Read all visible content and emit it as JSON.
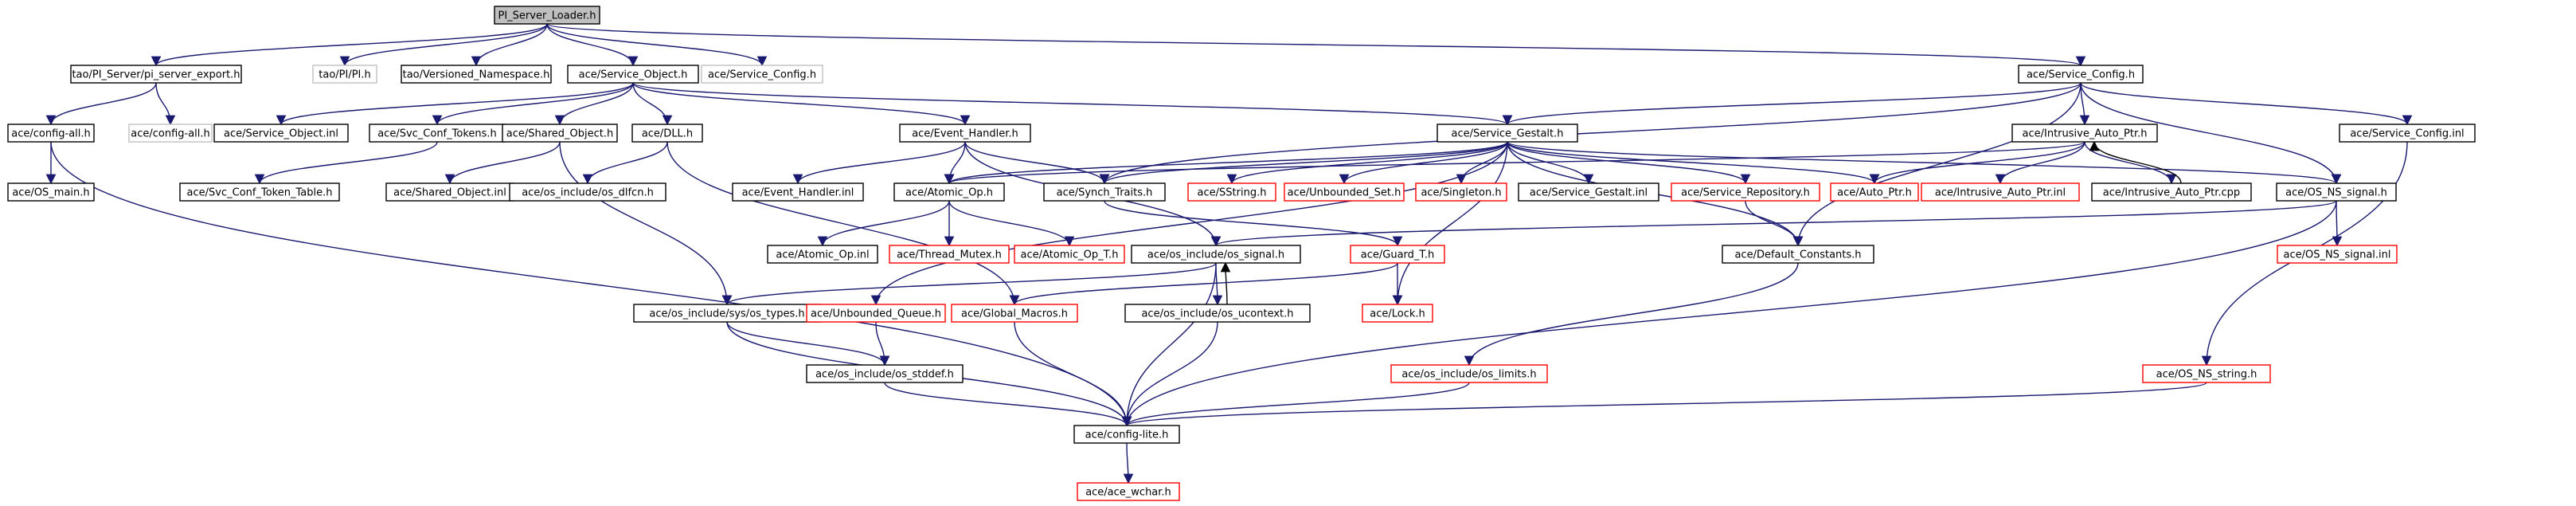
{
  "graph": {
    "style": {
      "root_fill": "#bfbfbf",
      "node_fill": "#ffffff",
      "border_black": "#000000",
      "border_red": "#ff0000",
      "border_gray": "#c0c0c0",
      "text_color": "#000000",
      "edge_color": "#191970",
      "edge_alt_color": "#000000"
    },
    "nodes": [
      {
        "id": "pi_server_loader",
        "label": "PI_Server_Loader.h",
        "border": "black",
        "root": true
      },
      {
        "id": "pi_server_export",
        "label": "tao/PI_Server/pi_server_export.h",
        "border": "black"
      },
      {
        "id": "tao_pi",
        "label": "tao/PI/PI.h",
        "border": "gray"
      },
      {
        "id": "versioned_ns",
        "label": "tao/Versioned_Namespace.h",
        "border": "black"
      },
      {
        "id": "service_object",
        "label": "ace/Service_Object.h",
        "border": "black"
      },
      {
        "id": "service_config_top",
        "label": "ace/Service_Config.h",
        "border": "gray"
      },
      {
        "id": "service_config",
        "label": "ace/Service_Config.h",
        "border": "black"
      },
      {
        "id": "config_all_h",
        "label": "ace/config-all.h",
        "border": "black"
      },
      {
        "id": "config_all_gray",
        "label": "ace/config-all.h",
        "border": "gray"
      },
      {
        "id": "service_object_inl",
        "label": "ace/Service_Object.inl",
        "border": "black"
      },
      {
        "id": "svc_conf_tokens",
        "label": "ace/Svc_Conf_Tokens.h",
        "border": "black"
      },
      {
        "id": "shared_object",
        "label": "ace/Shared_Object.h",
        "border": "black"
      },
      {
        "id": "dll",
        "label": "ace/DLL.h",
        "border": "black"
      },
      {
        "id": "event_handler",
        "label": "ace/Event_Handler.h",
        "border": "black"
      },
      {
        "id": "service_gestalt",
        "label": "ace/Service_Gestalt.h",
        "border": "black"
      },
      {
        "id": "intrusive_auto_ptr",
        "label": "ace/Intrusive_Auto_Ptr.h",
        "border": "black"
      },
      {
        "id": "service_config_inl",
        "label": "ace/Service_Config.inl",
        "border": "black"
      },
      {
        "id": "os_main",
        "label": "ace/OS_main.h",
        "border": "black"
      },
      {
        "id": "svc_conf_token_table",
        "label": "ace/Svc_Conf_Token_Table.h",
        "border": "black"
      },
      {
        "id": "shared_object_inl",
        "label": "ace/Shared_Object.inl",
        "border": "black"
      },
      {
        "id": "os_dlfcn",
        "label": "ace/os_include/os_dlfcn.h",
        "border": "black"
      },
      {
        "id": "event_handler_inl",
        "label": "ace/Event_Handler.inl",
        "border": "black"
      },
      {
        "id": "atomic_op",
        "label": "ace/Atomic_Op.h",
        "border": "black"
      },
      {
        "id": "synch_traits",
        "label": "ace/Synch_Traits.h",
        "border": "black"
      },
      {
        "id": "sstring",
        "label": "ace/SString.h",
        "border": "red"
      },
      {
        "id": "unbounded_set",
        "label": "ace/Unbounded_Set.h",
        "border": "red"
      },
      {
        "id": "singleton",
        "label": "ace/Singleton.h",
        "border": "red"
      },
      {
        "id": "service_gestalt_inl",
        "label": "ace/Service_Gestalt.inl",
        "border": "black"
      },
      {
        "id": "service_repository",
        "label": "ace/Service_Repository.h",
        "border": "red"
      },
      {
        "id": "auto_ptr",
        "label": "ace/Auto_Ptr.h",
        "border": "red"
      },
      {
        "id": "intrusive_auto_ptr_inl",
        "label": "ace/Intrusive_Auto_Ptr.inl",
        "border": "red"
      },
      {
        "id": "intrusive_auto_ptr_cpp",
        "label": "ace/Intrusive_Auto_Ptr.cpp",
        "border": "black"
      },
      {
        "id": "os_ns_signal",
        "label": "ace/OS_NS_signal.h",
        "border": "black"
      },
      {
        "id": "atomic_op_inl",
        "label": "ace/Atomic_Op.inl",
        "border": "black"
      },
      {
        "id": "thread_mutex",
        "label": "ace/Thread_Mutex.h",
        "border": "red"
      },
      {
        "id": "atomic_op_t",
        "label": "ace/Atomic_Op_T.h",
        "border": "red"
      },
      {
        "id": "os_signal",
        "label": "ace/os_include/os_signal.h",
        "border": "black"
      },
      {
        "id": "guard_t",
        "label": "ace/Guard_T.h",
        "border": "red"
      },
      {
        "id": "default_constants",
        "label": "ace/Default_Constants.h",
        "border": "black"
      },
      {
        "id": "os_ns_signal_inl",
        "label": "ace/OS_NS_signal.inl",
        "border": "red"
      },
      {
        "id": "os_types",
        "label": "ace/os_include/sys/os_types.h",
        "border": "black"
      },
      {
        "id": "unbounded_queue",
        "label": "ace/Unbounded_Queue.h",
        "border": "red"
      },
      {
        "id": "global_macros",
        "label": "ace/Global_Macros.h",
        "border": "red"
      },
      {
        "id": "os_ucontext",
        "label": "ace/os_include/os_ucontext.h",
        "border": "black"
      },
      {
        "id": "lock",
        "label": "ace/Lock.h",
        "border": "red"
      },
      {
        "id": "os_stddef",
        "label": "ace/os_include/os_stddef.h",
        "border": "black"
      },
      {
        "id": "os_limits",
        "label": "ace/os_include/os_limits.h",
        "border": "red"
      },
      {
        "id": "os_ns_string",
        "label": "ace/OS_NS_string.h",
        "border": "red"
      },
      {
        "id": "config_lite",
        "label": "ace/config-lite.h",
        "border": "black"
      },
      {
        "id": "ace_wchar",
        "label": "ace/ace_wchar.h",
        "border": "red"
      }
    ],
    "edges": [
      [
        "pi_server_loader",
        "pi_server_export"
      ],
      [
        "pi_server_loader",
        "tao_pi"
      ],
      [
        "pi_server_loader",
        "versioned_ns"
      ],
      [
        "pi_server_loader",
        "service_object"
      ],
      [
        "pi_server_loader",
        "service_config_top"
      ],
      [
        "pi_server_loader",
        "service_config"
      ],
      [
        "pi_server_export",
        "config_all_h"
      ],
      [
        "pi_server_export",
        "config_all_gray"
      ],
      [
        "config_all_h",
        "os_main"
      ],
      [
        "config_all_h",
        "config_lite"
      ],
      [
        "service_object",
        "service_object_inl"
      ],
      [
        "service_object",
        "svc_conf_tokens"
      ],
      [
        "service_object",
        "shared_object"
      ],
      [
        "service_object",
        "dll"
      ],
      [
        "service_object",
        "event_handler"
      ],
      [
        "service_object",
        "service_gestalt"
      ],
      [
        "svc_conf_tokens",
        "svc_conf_token_table"
      ],
      [
        "shared_object",
        "shared_object_inl"
      ],
      [
        "shared_object",
        "os_types"
      ],
      [
        "dll",
        "os_dlfcn"
      ],
      [
        "dll",
        "global_macros"
      ],
      [
        "event_handler",
        "event_handler_inl"
      ],
      [
        "event_handler",
        "atomic_op"
      ],
      [
        "event_handler",
        "synch_traits"
      ],
      [
        "event_handler",
        "os_signal"
      ],
      [
        "service_config",
        "service_gestalt"
      ],
      [
        "service_config",
        "synch_traits"
      ],
      [
        "service_config",
        "intrusive_auto_ptr"
      ],
      [
        "service_config",
        "service_config_inl"
      ],
      [
        "service_config",
        "os_ns_signal"
      ],
      [
        "service_config",
        "default_constants"
      ],
      [
        "service_gestalt",
        "atomic_op"
      ],
      [
        "service_gestalt",
        "synch_traits"
      ],
      [
        "service_gestalt",
        "sstring"
      ],
      [
        "service_gestalt",
        "unbounded_set"
      ],
      [
        "service_gestalt",
        "singleton"
      ],
      [
        "service_gestalt",
        "service_gestalt_inl"
      ],
      [
        "service_gestalt",
        "service_repository"
      ],
      [
        "service_gestalt",
        "auto_ptr"
      ],
      [
        "service_gestalt",
        "os_ns_signal"
      ],
      [
        "service_gestalt",
        "default_constants"
      ],
      [
        "service_gestalt",
        "unbounded_queue"
      ],
      [
        "service_gestalt",
        "lock"
      ],
      [
        "intrusive_auto_ptr",
        "atomic_op"
      ],
      [
        "intrusive_auto_ptr",
        "auto_ptr"
      ],
      [
        "intrusive_auto_ptr",
        "intrusive_auto_ptr_inl"
      ],
      [
        "intrusive_auto_ptr",
        "intrusive_auto_ptr_cpp"
      ],
      [
        "intrusive_auto_ptr_cpp",
        "intrusive_auto_ptr"
      ],
      [
        "atomic_op",
        "atomic_op_inl"
      ],
      [
        "atomic_op",
        "thread_mutex"
      ],
      [
        "atomic_op",
        "atomic_op_t"
      ],
      [
        "synch_traits",
        "guard_t"
      ],
      [
        "service_repository",
        "default_constants"
      ],
      [
        "os_ns_signal",
        "os_signal"
      ],
      [
        "os_ns_signal",
        "os_ns_signal_inl"
      ],
      [
        "os_ns_signal",
        "config_lite"
      ],
      [
        "os_signal",
        "os_types"
      ],
      [
        "os_signal",
        "os_ucontext"
      ],
      [
        "os_signal",
        "config_lite"
      ],
      [
        "os_ucontext",
        "os_signal"
      ],
      [
        "os_ucontext",
        "config_lite"
      ],
      [
        "guard_t",
        "lock"
      ],
      [
        "guard_t",
        "global_macros"
      ],
      [
        "default_constants",
        "os_limits"
      ],
      [
        "os_types",
        "os_stddef"
      ],
      [
        "os_types",
        "config_lite"
      ],
      [
        "unbounded_queue",
        "os_stddef"
      ],
      [
        "global_macros",
        "config_lite"
      ],
      [
        "os_stddef",
        "config_lite"
      ],
      [
        "os_limits",
        "config_lite"
      ],
      [
        "service_config_inl",
        "os_ns_string"
      ],
      [
        "os_ns_string",
        "config_lite"
      ],
      [
        "config_lite",
        "ace_wchar"
      ]
    ]
  }
}
